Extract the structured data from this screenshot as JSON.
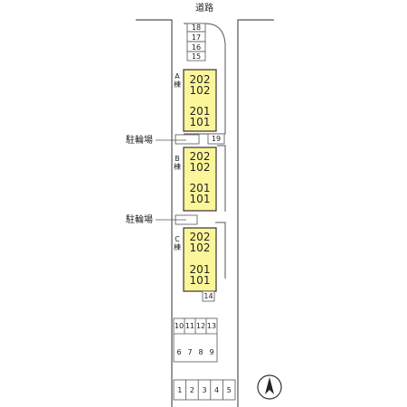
{
  "road": {
    "label": "道路"
  },
  "colors": {
    "building": "#fcf69a",
    "line": "#555555"
  },
  "top_stalls": [
    "18",
    "17",
    "16",
    "15"
  ],
  "stall_19": "19",
  "stall_14": "14",
  "buildings": [
    {
      "label_latin": "A",
      "label_kanji": "棟",
      "units": [
        "202",
        "102",
        "201",
        "101"
      ]
    },
    {
      "label_latin": "B",
      "label_kanji": "棟",
      "units": [
        "202",
        "102",
        "201",
        "101"
      ]
    },
    {
      "label_latin": "C",
      "label_kanji": "棟",
      "units": [
        "202",
        "102",
        "201",
        "101"
      ]
    }
  ],
  "bicycle_parking": [
    "駐輪場",
    "駐輪場"
  ],
  "lot_upper_row": [
    "10",
    "11",
    "12",
    "13"
  ],
  "lot_lower_row": [
    "6",
    "7",
    "8",
    "9"
  ],
  "bottom_row": [
    "1",
    "2",
    "3",
    "4",
    "5"
  ],
  "north_icon": "north-arrow-icon"
}
